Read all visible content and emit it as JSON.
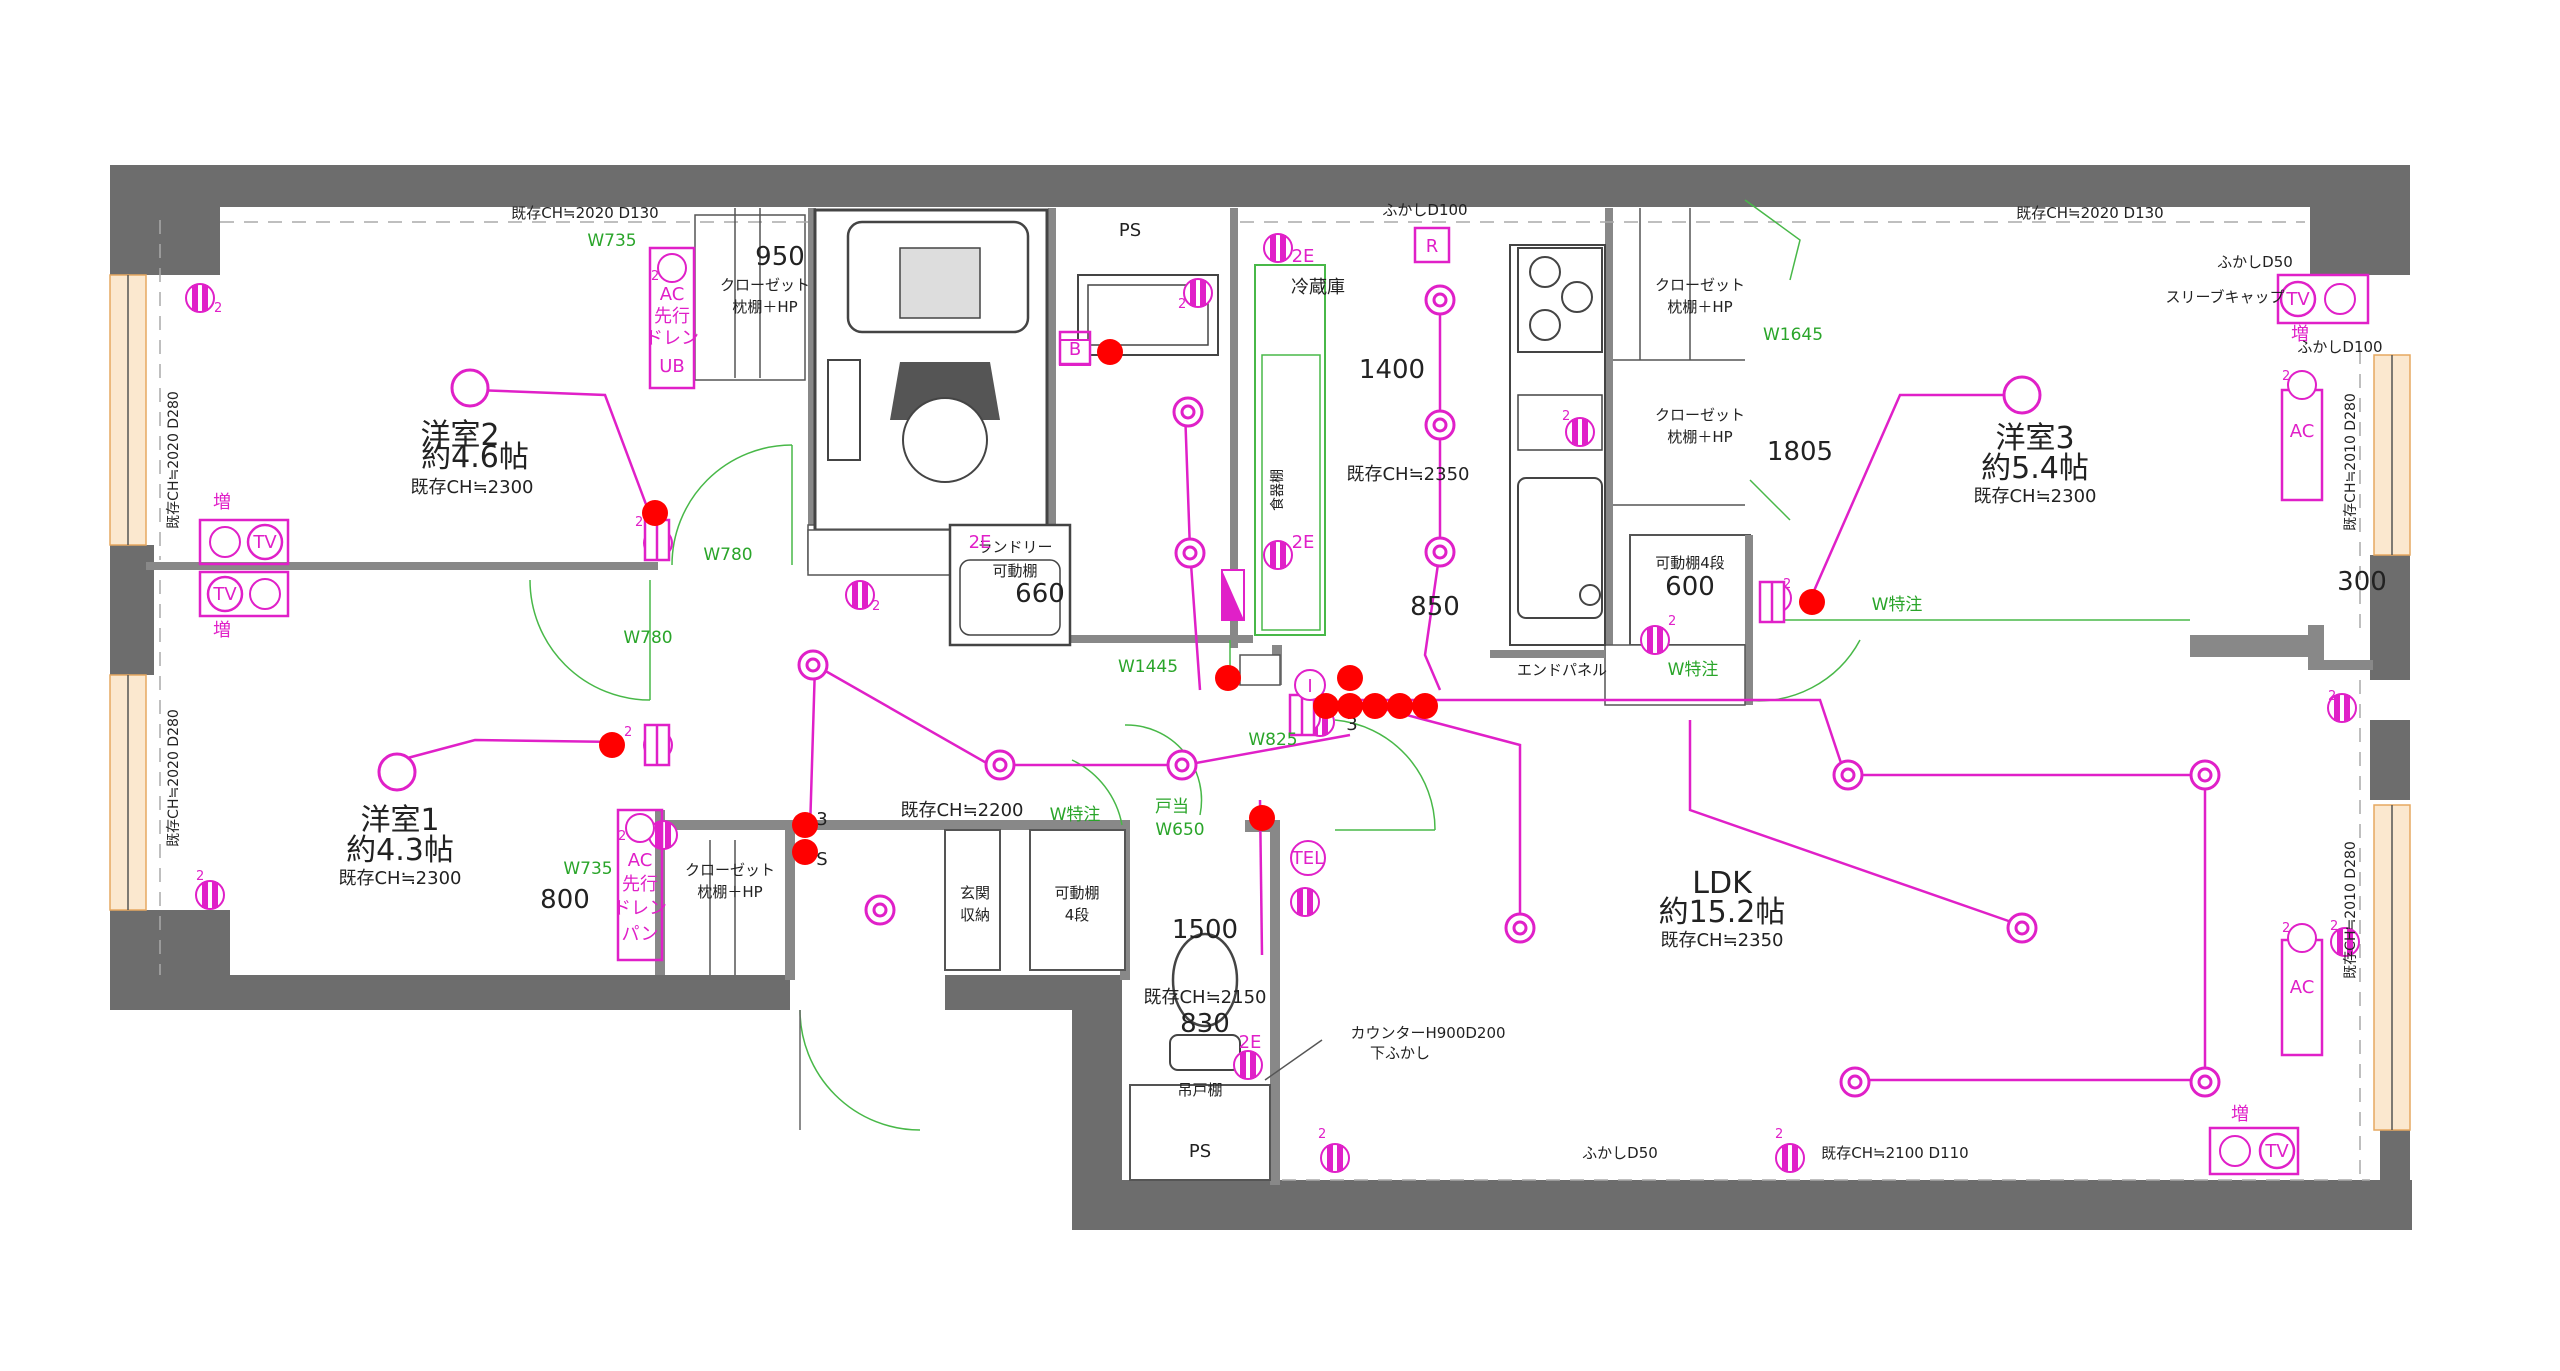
{
  "rooms": {
    "yoshitsu2": {
      "name": "洋室2",
      "size": "約4.6帖",
      "ceiling": "既存CH≒2300"
    },
    "yoshitsu1": {
      "name": "洋室1",
      "size": "約4.3帖",
      "ceiling": "既存CH≒2300"
    },
    "yoshitsu3": {
      "name": "洋室3",
      "size": "約5.4帖",
      "ceiling": "既存CH≒2300"
    },
    "ldk": {
      "name": "LDK",
      "size": "約15.2帖",
      "ceiling": "既存CH≒2350"
    }
  },
  "labels": {
    "ps_top": "PS",
    "ps_bottom": "PS",
    "closet_1": [
      "クローゼット",
      "枕棚＋HP"
    ],
    "closet_2": [
      "クローゼット",
      "枕棚＋HP"
    ],
    "closet_3": [
      "クローゼット",
      "枕棚＋HP"
    ],
    "closet_4": [
      "クローゼット",
      "枕棚＋HP"
    ],
    "fridge": "冷蔵庫",
    "dish_shelf": "食器棚",
    "laundry": [
      "ランドリー",
      "可動棚"
    ],
    "movable_shelf_4": [
      "可動棚",
      "4段"
    ],
    "movable_shelf_4_right": "可動棚4段",
    "genkan": [
      "玄関",
      "収納"
    ],
    "end_panel": "エンドパネル",
    "counter": [
      "カウンターH900D200",
      "下ふかし"
    ],
    "hanging_shelf": "吊戸棚",
    "sleeve_cap": "スリーブキャップ",
    "ceiling_corridor": "既存CH≒2200",
    "ceiling_kitchen": "既存CH≒2350",
    "ceiling_toilet": "既存CH≒2150",
    "ceiling_top_left": "既存CH≒2020  D130",
    "ceiling_top_right": "既存CH≒2020  D130",
    "ceiling_bottom": "既存CH≒2100  D110",
    "fukashi_d100_top": "ふかしD100",
    "fukashi_d50": "ふかしD50",
    "fukashi_d100_right": "ふかしD100",
    "fukashi_d50_bottom": "ふかしD50",
    "wall_left_1": "既存CH≒2020  D280",
    "wall_left_2": "既存CH≒2020  D280",
    "wall_right_1": "既存CH≒2010  D280",
    "wall_right_2": "既存CH≒2010  D280"
  },
  "dimensions": {
    "d950": "950",
    "d1400": "1400",
    "d1805": "1805",
    "d660": "660",
    "d850": "850",
    "d600": "600",
    "d300": "300",
    "d800": "800",
    "d1500": "1500",
    "d830": "830"
  },
  "door_labels": {
    "w735_top": "W735",
    "w735_bottom": "W735",
    "w780_a": "W780",
    "w780_b": "W780",
    "w1445": "W1445",
    "w825": "W825",
    "w_tokuchu_1": "W特注",
    "w_tokuchu_2": "W特注",
    "w_tokuchu_3": "W特注",
    "w1645": "W1645",
    "toate": "戸当",
    "w650": "W650"
  },
  "fixtures": {
    "ac": "AC",
    "ac_pipe_1": [
      "AC",
      "先行",
      "ドレン",
      "UB"
    ],
    "ac_pipe_2": [
      "AC",
      "先行",
      "ドレン",
      "パン"
    ],
    "tv": "TV",
    "zou": "増",
    "tel": "TEL",
    "r": "R",
    "b": "B",
    "i": "I",
    "e2": "2E",
    "two": "2",
    "three": "3",
    "s": "S"
  },
  "colors": {
    "wall": "#6d6d6d",
    "electrical": "#e020c8",
    "door": "#48b848",
    "marker": "#ff0000",
    "window": "#fbe8cf"
  }
}
